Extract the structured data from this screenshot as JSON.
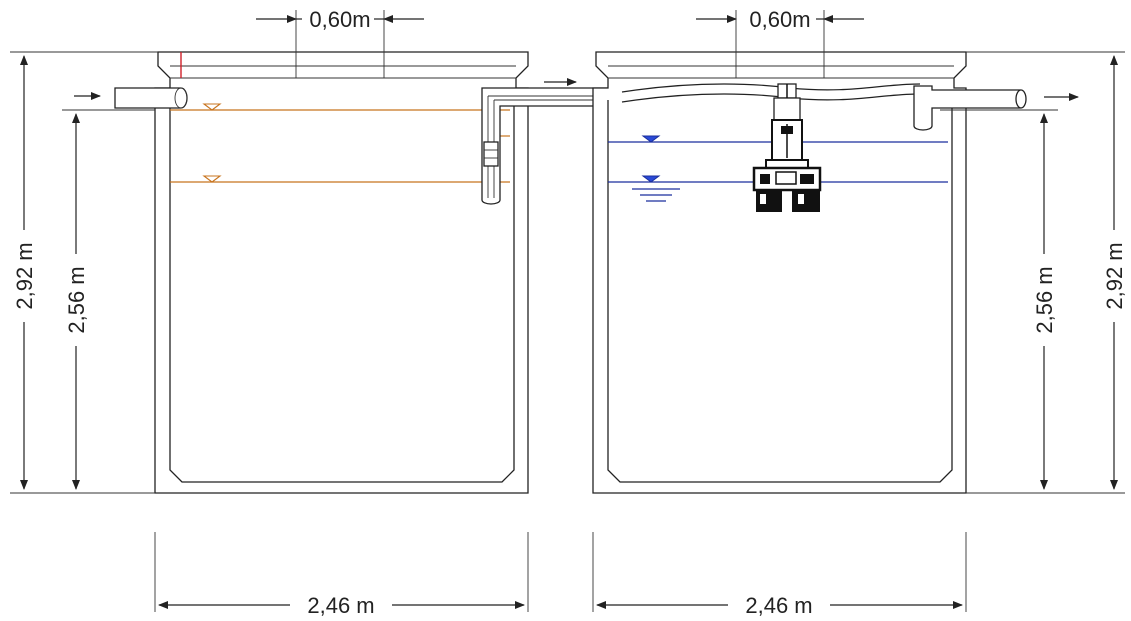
{
  "dimensions": {
    "opening_left": "0,60m",
    "opening_right": "0,60m",
    "height_total_left": "2,92 m",
    "height_water_left": "2,56 m",
    "height_water_right": "2,56 m",
    "height_total_right": "2,92 m",
    "width_left": "2,46 m",
    "width_right": "2,46 m"
  },
  "colors": {
    "left_tank_water": "#c8741f",
    "right_tank_water": "#1b2f9e",
    "inlet_marker": "#d0202a"
  },
  "icons": [
    "flow-arrow-icon",
    "water-level-triangle-icon",
    "submersible-pump-icon"
  ]
}
